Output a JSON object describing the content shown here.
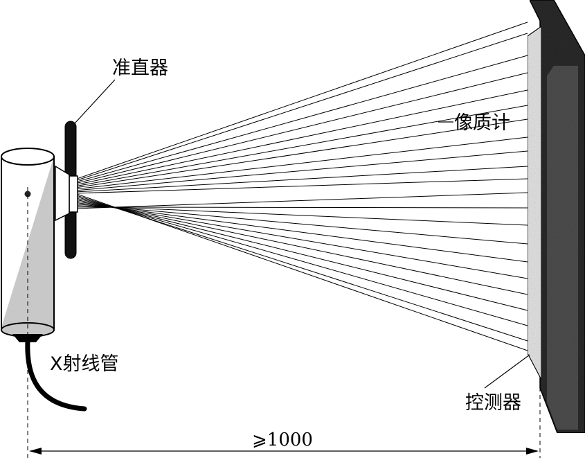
{
  "labels": {
    "collimator": "准直器",
    "iqi": "像质计",
    "xray_tube": "X射线管",
    "detector": "控测器",
    "distance": "⩾1000"
  },
  "colors": {
    "stroke": "#000000",
    "tube_shade": "#c8c8c8",
    "detector_dark": "#2b2b2b",
    "detector_face": "#e6e6e6"
  }
}
